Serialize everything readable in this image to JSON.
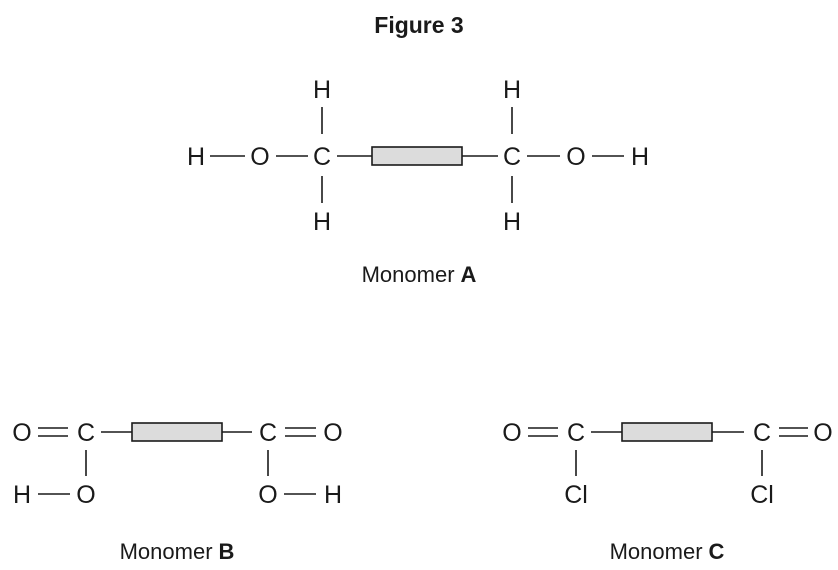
{
  "figure_title": "Figure 3",
  "atoms": {
    "H": "H",
    "O": "O",
    "C": "C",
    "Cl": "Cl"
  },
  "monomers": [
    {
      "word": "Monomer",
      "letter": "A"
    },
    {
      "word": "Monomer",
      "letter": "B"
    },
    {
      "word": "Monomer",
      "letter": "C"
    }
  ],
  "colors": {
    "block_fill": "#dcdcdc",
    "stroke": "#1a1a1a"
  }
}
